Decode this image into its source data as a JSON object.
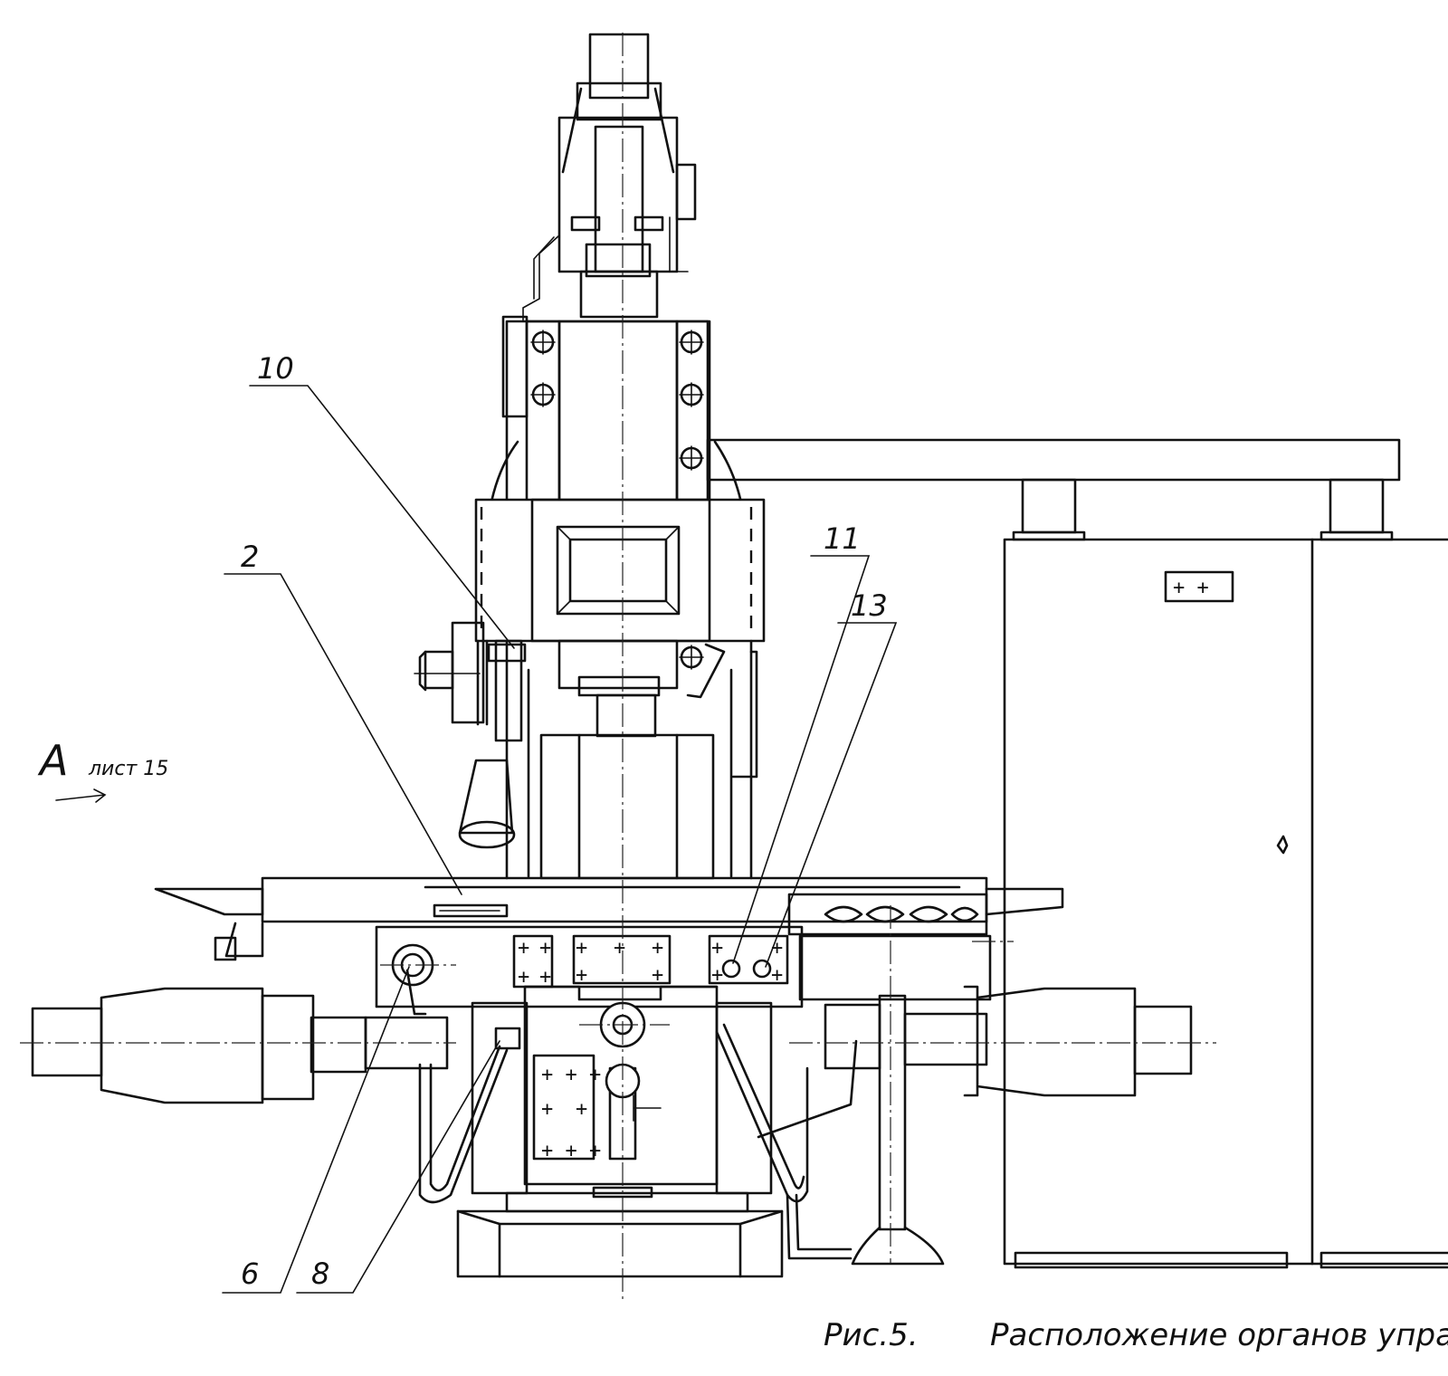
{
  "callouts": {
    "c10": "10",
    "c2": "2",
    "c11": "11",
    "c13": "13",
    "c6": "6",
    "c8": "8"
  },
  "view_marker": {
    "letter": "A",
    "sheet_ref": "лист 15"
  },
  "caption": {
    "figure_number": "Рис.5.",
    "title": "Расположение органов управ"
  }
}
